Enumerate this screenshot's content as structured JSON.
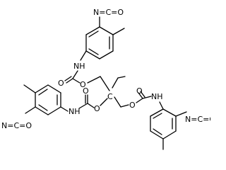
{
  "molecule": {
    "text_color": "#000000",
    "background": "#ffffff",
    "atom_labels": {
      "nco_top": "N=C=O",
      "nh_top": "NH",
      "o_top_carbonyl": "O",
      "o_top_ester": "O",
      "c_quaternary": "C",
      "nh_left": "NH",
      "o_left_carbonyl": "O",
      "o_left_ester": "O",
      "nco_left": "N=C=O",
      "nh_right": "NH",
      "o_right_carbonyl": "O",
      "o_right_ester": "O",
      "nco_right": "N=C=O"
    }
  }
}
